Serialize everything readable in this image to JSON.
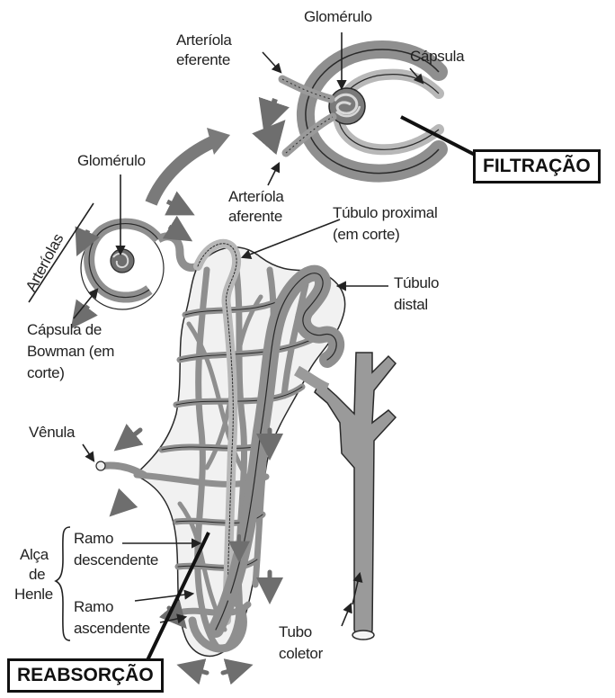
{
  "labels": {
    "glomerulo_top": "Glomérulo",
    "arteriola_eferente": [
      "Arteríola",
      "eferente"
    ],
    "capsula": "Cápsula",
    "arteriola_aferente": [
      "Arteríola",
      "aferente"
    ],
    "filtracao": "FILTRAÇÃO",
    "glomerulo_left": "Glomérulo",
    "arteriolas": "Arteríolas",
    "tubulo_proximal": [
      "Túbulo proximal",
      "(em corte)"
    ],
    "tubulo_distal": [
      "Túbulo",
      "distal"
    ],
    "capsula_bowman": [
      "Cápsula de",
      "Bowman (em",
      "corte)"
    ],
    "venula": "Vênula",
    "alca_henle": [
      "Alça",
      "de",
      "Henle"
    ],
    "ramo_descendente": [
      "Ramo",
      "descendente"
    ],
    "ramo_ascendente": [
      "Ramo",
      "ascendente"
    ],
    "tubo_coletor": [
      "Tubo",
      "coletor"
    ],
    "reabsorcao": "REABSORÇÃO"
  },
  "colors": {
    "tissue": "#8f8f8f",
    "tissue_light": "#b8b8b8",
    "outline": "#2a2a2a",
    "arrow": "#6e6e6e"
  }
}
